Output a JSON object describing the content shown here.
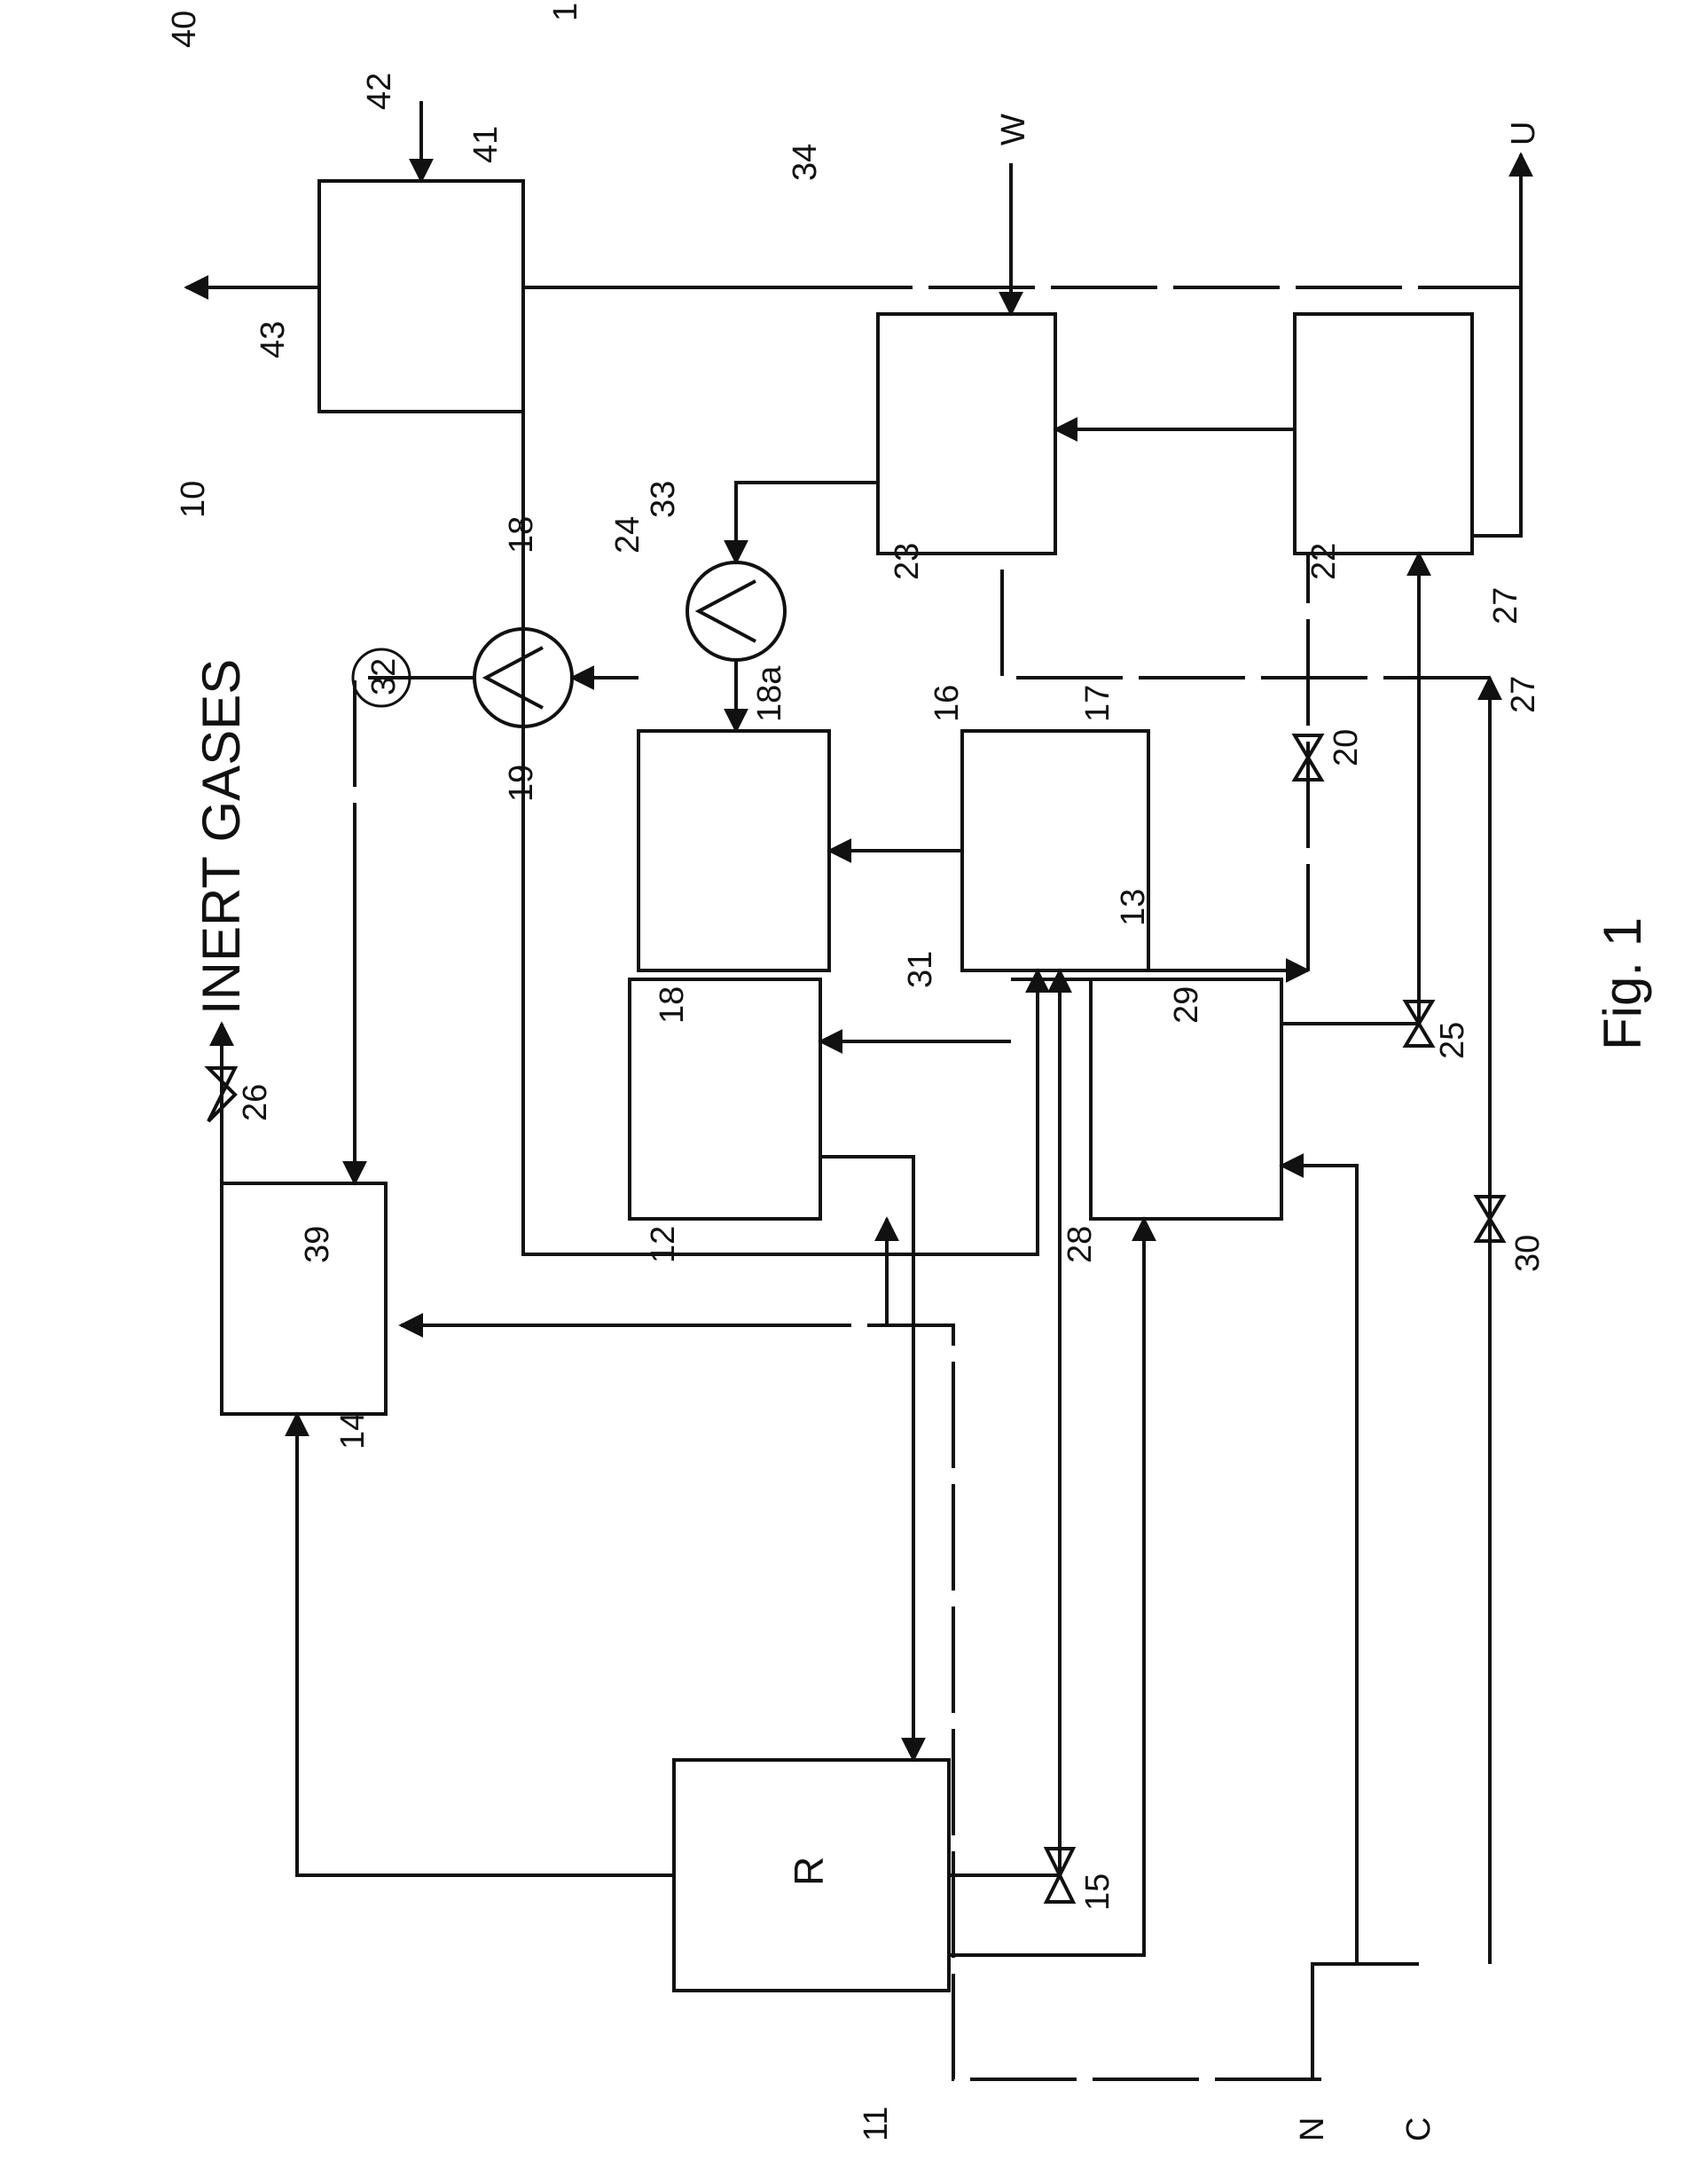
{
  "figure": {
    "caption": "Fig. 1"
  },
  "blocks": {
    "reactor_text": "R"
  },
  "stream_labels": {
    "inert_gases": "INERT GASES",
    "w": "W",
    "u": "U",
    "n": "N",
    "c": "C"
  },
  "reference_numerals": {
    "n1": "1",
    "n10": "10",
    "n11": "11",
    "n12": "12",
    "n13": "13",
    "n14": "14",
    "n15": "15",
    "n16": "16",
    "n17": "17",
    "n18_top": "18",
    "n18_side": "18",
    "n18a": "18a",
    "n19": "19",
    "n20": "20",
    "n22": "22",
    "n23": "23",
    "n24": "24",
    "n25": "25",
    "n26": "26",
    "n27_a": "27",
    "n27_b": "27",
    "n28": "28",
    "n29": "29",
    "n30": "30",
    "n31": "31",
    "n32": "32",
    "n33": "33",
    "n34": "34",
    "n39": "39",
    "n40": "40",
    "n41": "41",
    "n42": "42",
    "n43": "43"
  }
}
